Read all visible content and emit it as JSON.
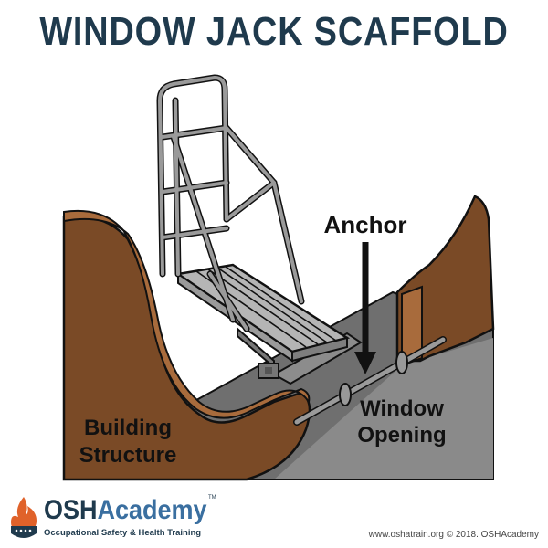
{
  "title": "WINDOW JACK SCAFFOLD",
  "labels": {
    "anchor": "Anchor",
    "window_line1": "Window",
    "window_line2": "Opening",
    "building_line1": "Building",
    "building_line2": "Structure"
  },
  "brand": {
    "name_part1": "OSH",
    "name_part2": "Academy",
    "trademark": "TM",
    "tagline": "Occupational Safety & Health Training"
  },
  "copyright": "www.oshatrain.org © 2018. OSHAcademy",
  "colors": {
    "title": "#1f3a4d",
    "wall_front": "#7a4a26",
    "wall_top": "#a86b3c",
    "floor": "#7a7a7a",
    "rail": "#8c8c8c",
    "outline": "#111111"
  },
  "icons": [
    "flame-icon",
    "shield-icon"
  ]
}
